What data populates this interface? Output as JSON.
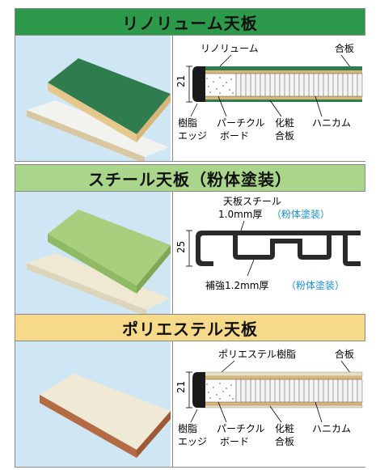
{
  "sections": [
    {
      "title": "リノリューム天板",
      "title_color": "#2c9a4a",
      "label_top_left": "リノリューム",
      "label_top_right": "合板",
      "dimension": "21",
      "label_bottom_1": "樹脂",
      "label_bottom_1b": "エッジ",
      "label_bottom_2": "パーチクル",
      "label_bottom_2b": "ボード",
      "label_bottom_3": "化粧",
      "label_bottom_3b": "合板",
      "label_bottom_4": "ハニカム"
    },
    {
      "title": "スチール天板（粉体塗装）",
      "title_color": "#a9d68a",
      "label_top_1": "天板スチール",
      "label_top_2": "1.0mm厚",
      "label_top_2_note": "（粉体塗装）",
      "dimension": "25",
      "label_bottom": "補強1.2mm厚",
      "label_bottom_note": "（粉体塗装）",
      "note_color": "#1a8fd0"
    },
    {
      "title": "ポリエステル天板",
      "title_color": "#f7d98a",
      "label_top_left": "ポリエステル樹脂",
      "label_top_right": "合板",
      "dimension": "21",
      "label_bottom_1": "樹脂",
      "label_bottom_1b": "エッジ",
      "label_bottom_2": "パーチクル",
      "label_bottom_2b": "ボード",
      "label_bottom_3": "化粧",
      "label_bottom_3b": "合板",
      "label_bottom_4": "ハニカム"
    }
  ]
}
